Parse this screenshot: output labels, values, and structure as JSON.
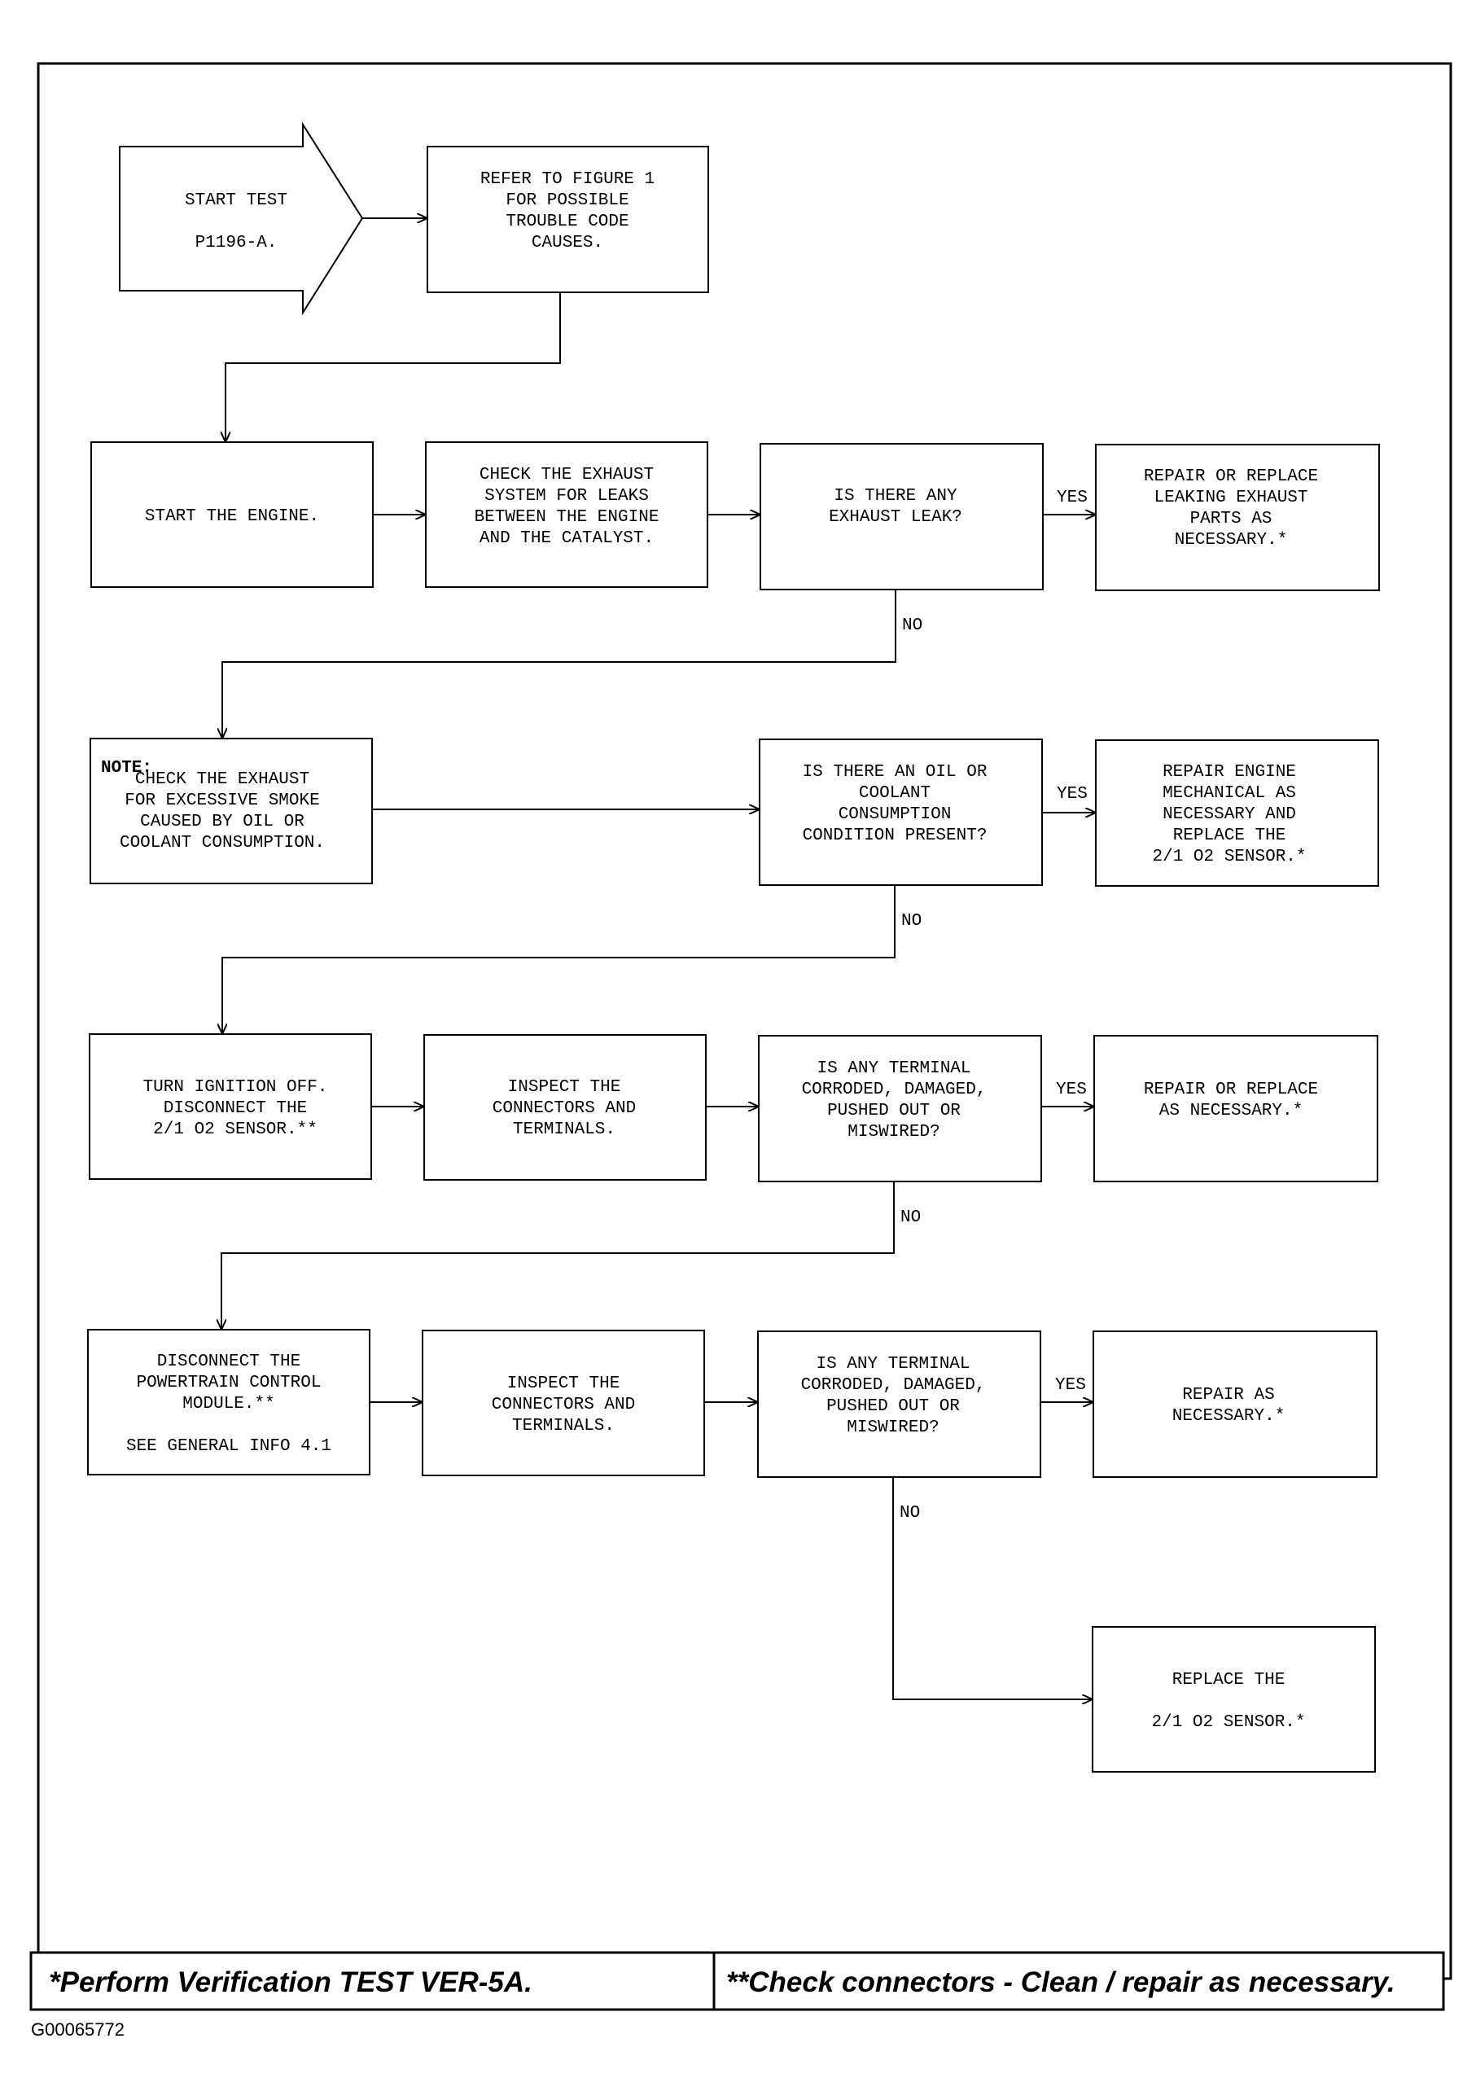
{
  "nodes": {
    "start": {
      "lines": [
        "START TEST",
        "",
        "P1196-A."
      ]
    },
    "refer": {
      "lines": [
        "REFER TO FIGURE 1",
        "FOR POSSIBLE",
        "TROUBLE CODE",
        "CAUSES."
      ]
    },
    "start_engine": {
      "lines": [
        "START THE ENGINE."
      ]
    },
    "check_exhaust": {
      "lines": [
        "CHECK THE EXHAUST",
        "SYSTEM FOR LEAKS",
        "BETWEEN THE ENGINE",
        "AND THE CATALYST."
      ]
    },
    "q_exhaust_leak": {
      "lines": [
        "IS THERE ANY",
        "EXHAUST LEAK?"
      ]
    },
    "repair_exhaust": {
      "lines": [
        "REPAIR OR REPLACE",
        "LEAKING EXHAUST",
        "PARTS AS",
        "NECESSARY.*"
      ]
    },
    "note_smoke": {
      "title": "NOTE:",
      "lines": [
        "CHECK THE EXHAUST",
        "FOR EXCESSIVE SMOKE",
        "CAUSED BY OIL OR",
        "COOLANT CONSUMPTION."
      ]
    },
    "q_oil": {
      "lines": [
        "IS THERE AN OIL OR",
        "COOLANT",
        "CONSUMPTION",
        "CONDITION PRESENT?"
      ]
    },
    "repair_engine": {
      "lines": [
        "REPAIR ENGINE",
        "MECHANICAL AS",
        "NECESSARY AND",
        "REPLACE THE",
        "2/1 O2 SENSOR.*"
      ]
    },
    "turn_off": {
      "lines": [
        "TURN IGNITION OFF.",
        "DISCONNECT THE",
        "2/1 O2 SENSOR.**"
      ]
    },
    "inspect_1": {
      "lines": [
        "INSPECT THE",
        "CONNECTORS AND",
        "TERMINALS."
      ]
    },
    "q_terminal_1": {
      "lines": [
        "IS ANY TERMINAL",
        "CORRODED, DAMAGED,",
        "PUSHED OUT OR",
        "MISWIRED?"
      ]
    },
    "repair_1": {
      "lines": [
        "REPAIR OR REPLACE",
        "AS NECESSARY.*"
      ]
    },
    "disconnect_pcm": {
      "lines": [
        "DISCONNECT THE",
        "POWERTRAIN CONTROL",
        "MODULE.**",
        "",
        "SEE GENERAL INFO 4.1"
      ]
    },
    "inspect_2": {
      "lines": [
        "INSPECT THE",
        "CONNECTORS AND",
        "TERMINALS."
      ]
    },
    "q_terminal_2": {
      "lines": [
        "IS ANY TERMINAL",
        "CORRODED, DAMAGED,",
        "PUSHED OUT OR",
        "MISWIRED?"
      ]
    },
    "repair_2": {
      "lines": [
        "REPAIR AS",
        "NECESSARY.*"
      ]
    },
    "replace_sensor": {
      "lines": [
        "REPLACE THE",
        "",
        "2/1 O2 SENSOR.*"
      ]
    }
  },
  "labels": {
    "yes": "YES",
    "no": "NO"
  },
  "footer": {
    "left": "*Perform Verification TEST VER-5A.",
    "right": "**Check connectors - Clean / repair as necessary."
  },
  "figure_code": "G00065772"
}
